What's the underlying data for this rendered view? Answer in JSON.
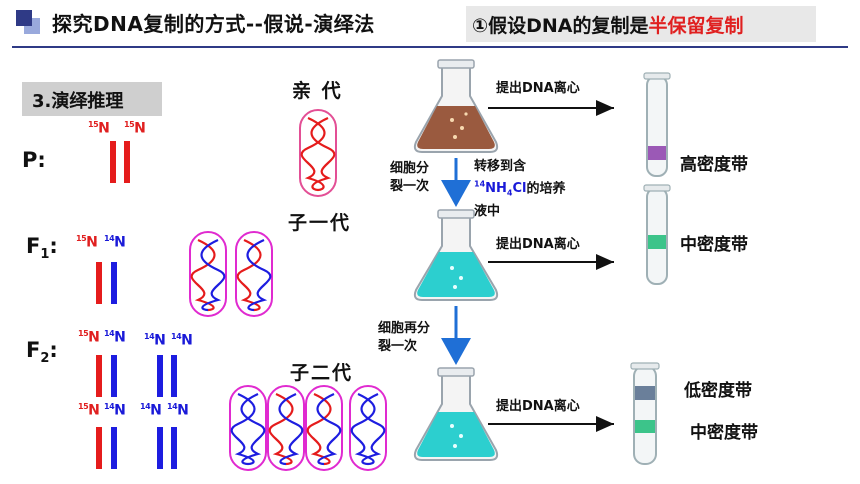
{
  "header": {
    "title": "探究DNA复制的方式--假说-演绎法",
    "hypothesis_prefix": "①假设DNA的复制是",
    "hypothesis_highlight": "半保留复制"
  },
  "section": {
    "label": "3.演绎推理"
  },
  "generations": {
    "p": "P:",
    "f1_main": "F",
    "f1_sub": "1",
    "f1_colon": ":",
    "f2_main": "F",
    "f2_sub": "2",
    "f2_colon": ":"
  },
  "isotopes": {
    "n15_mass": "15",
    "n14_mass": "14",
    "symbol": "N"
  },
  "generation_titles": {
    "parent": "亲  代",
    "child1": "子一代",
    "child2": "子二代"
  },
  "process": {
    "extract": "提出DNA离心",
    "divide1_line1": "细胞分",
    "divide1_line2": "裂一次",
    "transfer_line1": "转移到含",
    "transfer_mass": "14",
    "transfer_n": "NH",
    "transfer_sub": "4",
    "transfer_cl": "Cl",
    "transfer_rest": "的培养",
    "transfer_line3": "液中",
    "divide2_line1": "细胞再分",
    "divide2_line2": "裂一次"
  },
  "bands": {
    "high": "高密度带",
    "middle": "中密度带",
    "low": "低密度带",
    "middle2": "中密度带"
  },
  "colors": {
    "n15_red": "#e51c1c",
    "n14_blue": "#1d1de0",
    "header_blue": "#2f3a86",
    "parent_liquid": "#9a5a3f",
    "child_liquid": "#2ccfcf",
    "band_high": "#9b59b6",
    "band_middle": "#3cc48a",
    "band_low": "#6a7f9a",
    "pink_outline": "#e34f95"
  }
}
